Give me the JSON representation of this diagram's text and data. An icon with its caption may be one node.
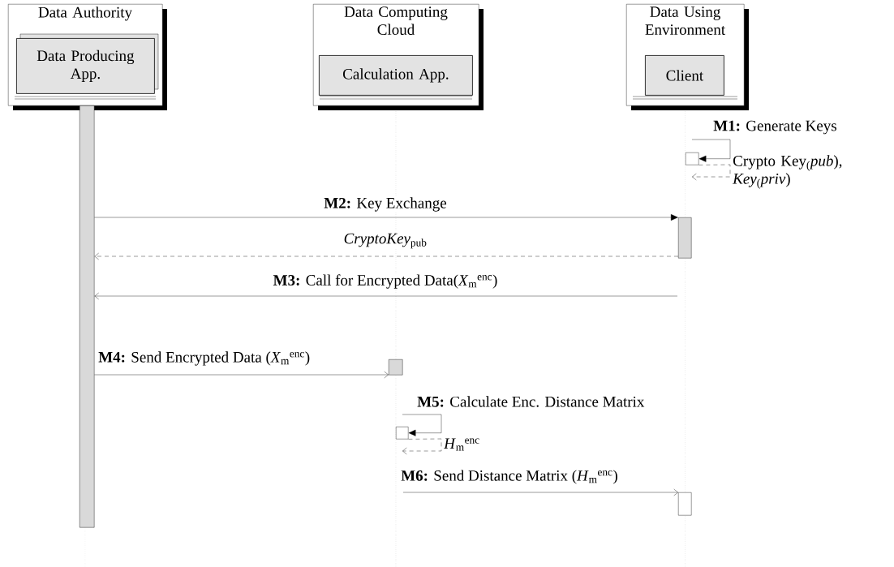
{
  "diagram": {
    "nodes": [
      {
        "text": [
          "Data Authority"
        ]
      },
      {
        "text": [
          "Data Producing App."
        ],
        "in": 0
      },
      {
        "text": [
          "Data Computing Cloud"
        ]
      },
      {
        "text": [
          "Calculation App."
        ],
        "in": 2
      },
      {
        "text": [
          "Data Using Environment"
        ]
      },
      {
        "text": [
          "Client"
        ],
        "in": 4
      },
      {
        "text": [],
        "shape": "bar"
      },
      {
        "text": [],
        "shape": "bar"
      },
      {
        "text": [],
        "shape": "bar"
      },
      {
        "text": [],
        "shape": "bar"
      },
      {
        "text": [],
        "shape": "bar"
      },
      {
        "text": [],
        "shape": "bar"
      }
    ],
    "edges": [
      {
        "from": 6,
        "to": 8,
        "arrow": "to",
        "label": "**M2:** Key Exchange"
      },
      {
        "from": 8,
        "to": 6,
        "arrow": "to",
        "style": "dashed",
        "label": "*CryptoKey*$_{pub}$"
      },
      {
        "from": null,
        "to": 6,
        "arrow": "to",
        "label": "**M3:** Call for Encrypted Data(*X*$_{m}$$^{enc}$)"
      },
      {
        "from": 6,
        "to": 9,
        "arrow": "to",
        "label": "**M4:** Send Encrypted Data (*X*$_{m}$$^{enc}$)"
      },
      {
        "from": null,
        "to": 11,
        "arrow": "to",
        "label": "**M6:** Send Distance Matrix (*H*$_{m}$$^{enc}$)"
      },
      {
        "from": null,
        "to": 7,
        "arrow": "to",
        "label": "**M1:** Generate Keys"
      },
      {
        "from": 7,
        "to": null,
        "arrow": "to",
        "style": "dashed",
        "label": "Crypto Key$_{(}$*pub*), *Key*$_{(}$*priv*)"
      },
      {
        "from": null,
        "to": 10,
        "arrow": "to",
        "label": "**M5:** Calculate Enc. Distance Matrix"
      },
      {
        "from": 10,
        "to": null,
        "arrow": "to",
        "style": "dashed",
        "label": "*H*$_{m}$$^{enc}$"
      }
    ]
  }
}
